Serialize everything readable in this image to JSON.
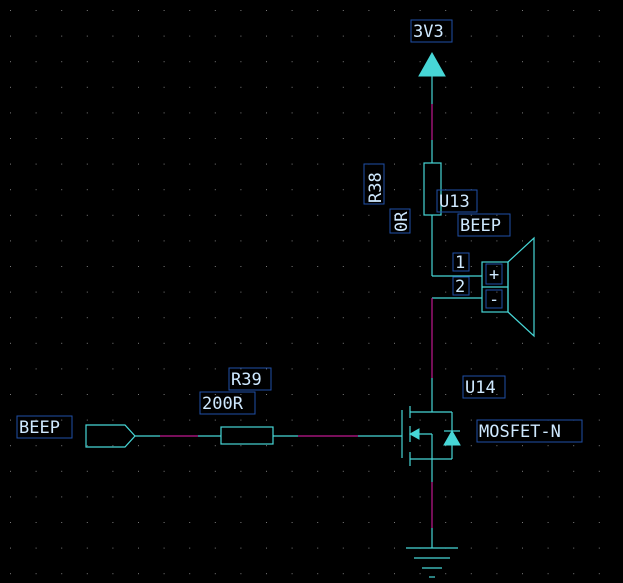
{
  "colors": {
    "background": "#000000",
    "grid_dot": "#7a7a7a",
    "component": "#47d6d6",
    "net_wire": "#c0188f",
    "label_text": "#cfe9ff",
    "label_box": "#1f4fa8"
  },
  "labels": {
    "power": "3V3",
    "r38_ref": "R38",
    "r38_val": "0R",
    "u13_ref": "U13",
    "u13_val": "BEEP",
    "pin1": "1",
    "pin2": "2",
    "plus": "+",
    "minus": "-",
    "r39_ref": "R39",
    "r39_val": "200R",
    "net_in": "BEEP",
    "u14_ref": "U14",
    "u14_val": "MOSFET-N"
  }
}
